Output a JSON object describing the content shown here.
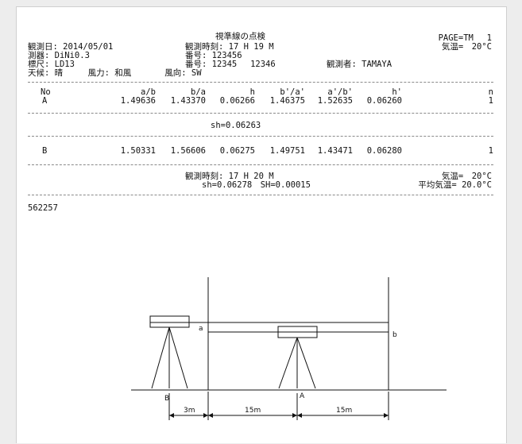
{
  "header": {
    "title": "視準線の点検",
    "page": "PAGE=TM　 1",
    "date": "観測日: 2014/05/01",
    "instrument": "測器: DiNi0.3",
    "staff": "標尺: LD13",
    "weather_row": "天候: 晴　　　風力: 和風　　　　風向: SW",
    "time1": "観測時刻: 17 H 19 M",
    "serial": "番号: 123456",
    "staff_serial": "番号: 12345　 12346",
    "observer": "観測者: TAMAYA",
    "temp1": "気温=　20°C"
  },
  "table": {
    "headers": [
      "No",
      "a/b",
      "b/a",
      "h",
      "b'/a'",
      "a'/b'",
      "h'",
      "n"
    ],
    "row_a": [
      "A",
      "1.49636",
      "1.43370",
      "0.06266",
      "1.46375",
      "1.52635",
      "0.06260",
      "1"
    ],
    "sh": "sh=0.06263",
    "row_b": [
      "B",
      "1.50331",
      "1.56606",
      "0.06275",
      "1.49751",
      "1.43471",
      "0.06280",
      "1"
    ]
  },
  "footer": {
    "time2": "観測時刻: 17 H 20 M",
    "temp2": "気温=　20°C",
    "summary": "sh=0.06278　SH=0.00015",
    "avg_temp": "平均気温= 20.0°C",
    "code": "562257"
  },
  "diagram": {
    "label_a": "a",
    "label_b": "b",
    "point_b": "B",
    "point_a": "A",
    "dist1": "3m",
    "dist2": "15m",
    "dist3": "15m"
  }
}
